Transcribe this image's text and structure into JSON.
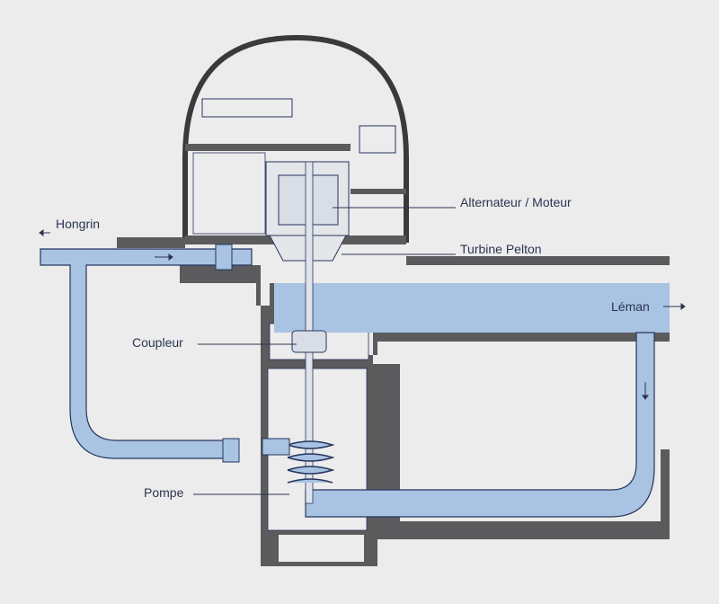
{
  "title": "Station de pompage-turbinage Hongrin-Léman",
  "labels": {
    "hongrin": "Hongrin",
    "alternateur": "Alternateur / Moteur",
    "turbine": "Turbine Pelton",
    "leman": "Léman",
    "coupleur": "Coupleur",
    "pompe": "Pompe"
  },
  "colors": {
    "background": "#ececec",
    "rock": "#5b5b5d",
    "water": "#a9c3e3",
    "outline": "#27355e"
  }
}
